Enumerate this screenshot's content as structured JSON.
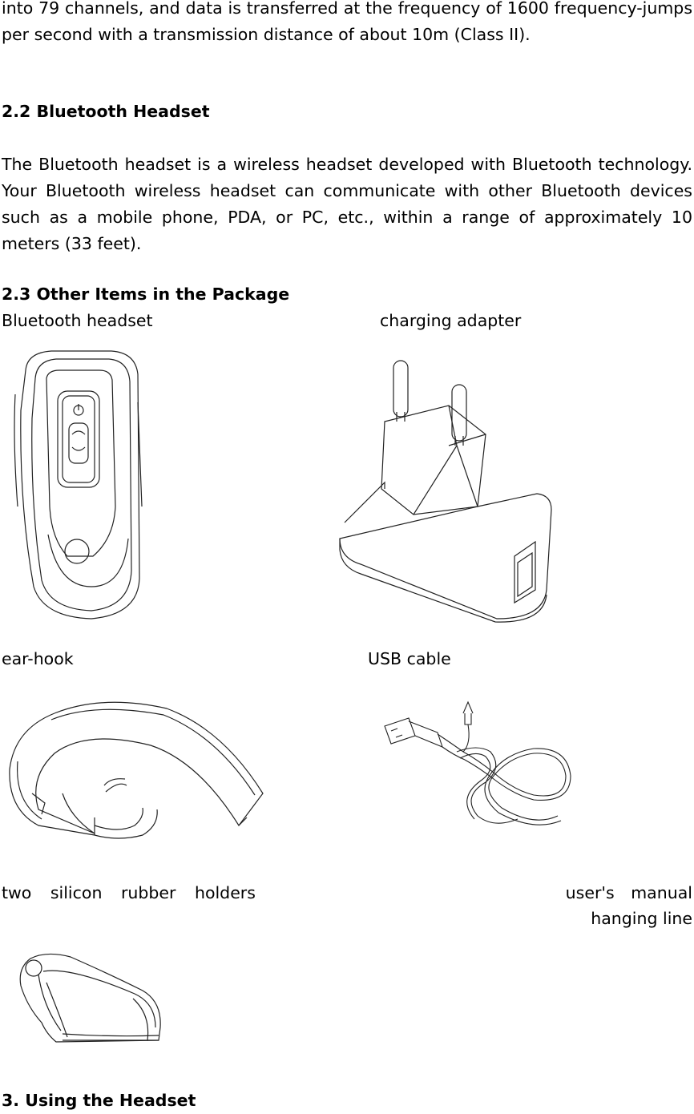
{
  "intro_continuation": "into 79 channels, and data is transferred at the frequency of 1600 frequency-jumps per second with a transmission distance of about 10m (Class II).",
  "section_2_2": {
    "heading": "2.2 Bluetooth Headset",
    "body": "The Bluetooth headset is a wireless headset developed with Bluetooth technology. Your Bluetooth wireless headset can communicate with other Bluetooth devices such as a mobile phone, PDA, or PC, etc., within a range of approximately 10 meters (33 feet)."
  },
  "section_2_3": {
    "heading": "2.3 Other Items in the Package",
    "items": {
      "headset": "Bluetooth headset",
      "charging_adapter": "charging adapter",
      "ear_hook": "ear-hook",
      "usb_cable": "USB cable",
      "silicon_holders": "two silicon rubber holders",
      "users_manual": "user's manual",
      "hanging_line": "hanging line"
    }
  },
  "section_3": {
    "heading": "3. Using the Headset"
  },
  "icons": [
    "headset-illustration",
    "charging-adapter-illustration",
    "ear-hook-illustration",
    "usb-cable-illustration",
    "silicon-holder-illustration"
  ]
}
